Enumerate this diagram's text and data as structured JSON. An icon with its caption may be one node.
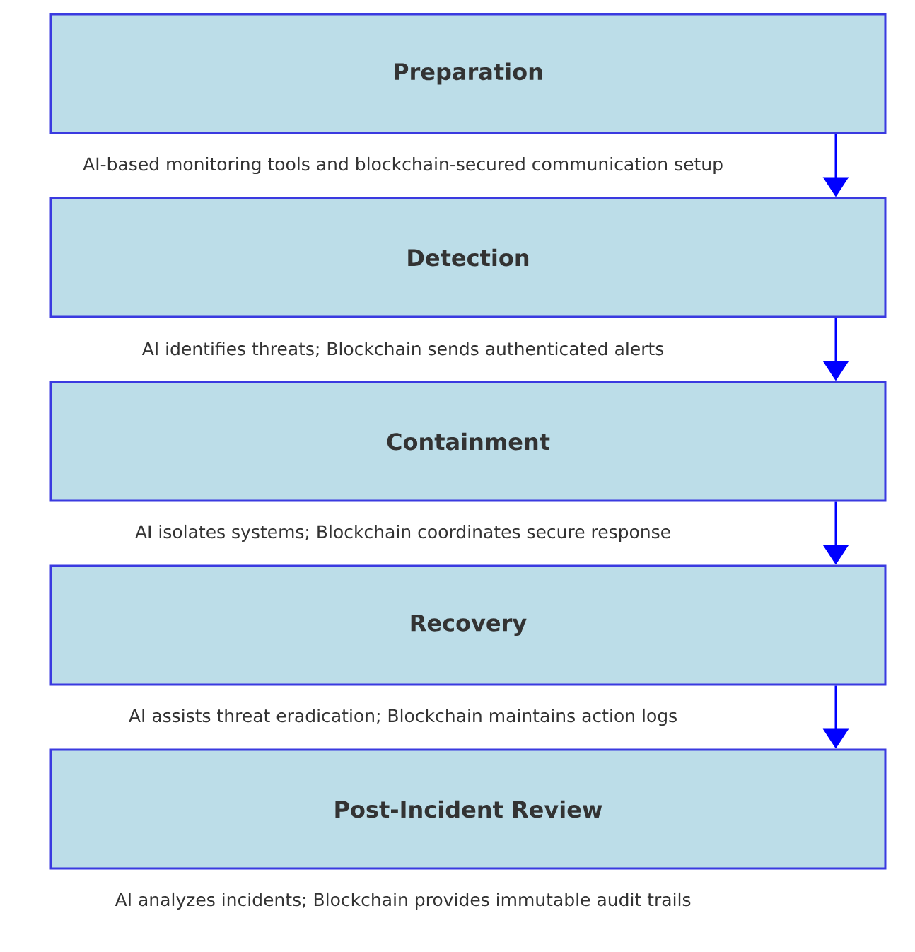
{
  "diagram": {
    "nodes": [
      {
        "text": [
          "Preparation"
        ],
        "beside": [
          "AI-based monitoring tools and blockchain-secured communication setup"
        ]
      },
      {
        "text": [
          "Detection"
        ],
        "beside": [
          "AI identifies threats; Blockchain sends authenticated alerts"
        ]
      },
      {
        "text": [
          "Containment"
        ],
        "beside": [
          "AI isolates systems; Blockchain coordinates secure response"
        ]
      },
      {
        "text": [
          "Recovery"
        ],
        "beside": [
          "AI assists threat eradication; Blockchain maintains action logs"
        ]
      },
      {
        "text": [
          "Post-Incident Review"
        ],
        "beside": [
          "AI analyzes incidents; Blockchain provides immutable audit trails"
        ]
      }
    ],
    "edges": [
      {
        "from": 0,
        "to": 1,
        "arrow": "to"
      },
      {
        "from": 1,
        "to": 2,
        "arrow": "to"
      },
      {
        "from": 2,
        "to": 3,
        "arrow": "to"
      },
      {
        "from": 3,
        "to": 4,
        "arrow": "to"
      }
    ]
  }
}
